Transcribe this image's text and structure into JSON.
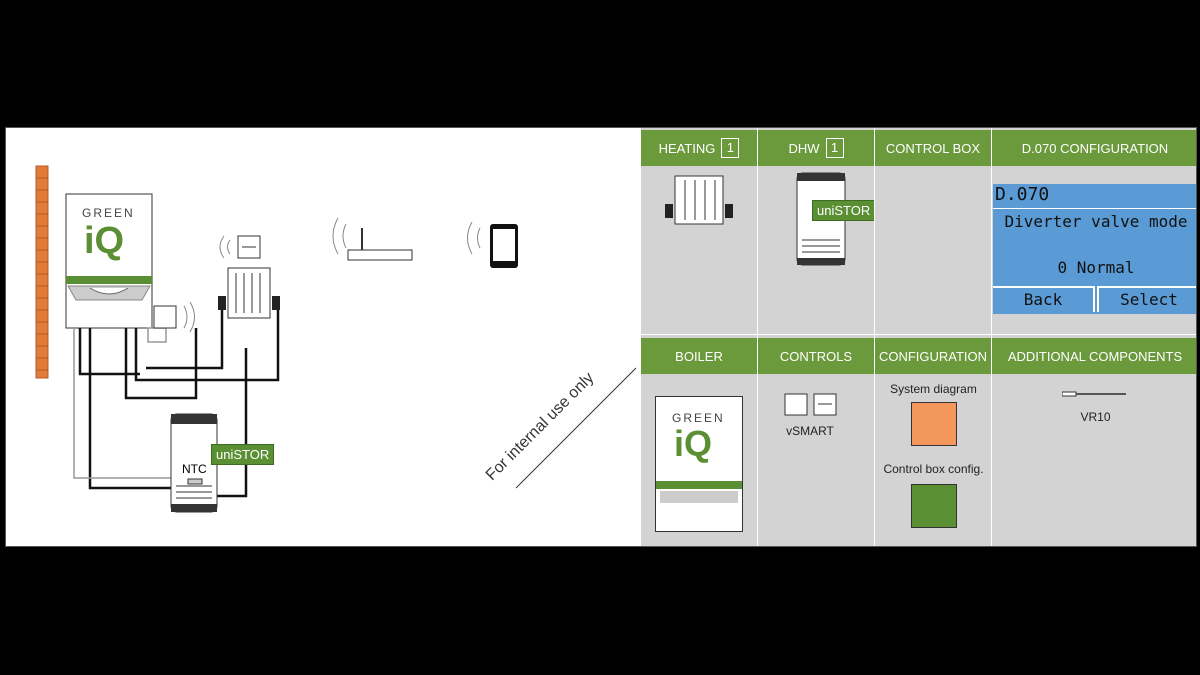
{
  "diagram": {
    "boiler_brand_top": "GREEN",
    "boiler_brand_logo": "iQ",
    "cylinder_label": "uniSTOR",
    "ntc_label": "NTC",
    "watermark": "For internal use only"
  },
  "panel": {
    "heating": {
      "title": "HEATING",
      "count": "1"
    },
    "dhw": {
      "title": "DHW",
      "count": "1",
      "cylinder_label": "uniSTOR"
    },
    "control_box": {
      "title": "CONTROL BOX"
    },
    "d070": {
      "title": "D.070 CONFIGURATION",
      "code": "D.070",
      "param_name": "Diverter valve mode",
      "value": "0 Normal",
      "back_label": "Back",
      "select_label": "Select"
    },
    "boiler": {
      "title": "BOILER",
      "brand_top": "GREEN",
      "brand_logo": "iQ"
    },
    "controls": {
      "title": "CONTROLS",
      "item": "vSMART"
    },
    "configuration": {
      "title": "CONFIGURATION",
      "system_diagram_label": "System diagram",
      "control_box_label": "Control box config.",
      "system_diagram_color": "#f4975c",
      "control_box_color": "#5a8f33"
    },
    "additional": {
      "title": "ADDITIONAL COMPONENTS",
      "item": "VR10"
    }
  },
  "colors": {
    "header_green": "#6b9a3c",
    "panel_grey": "#d3d3d3",
    "lcd_blue": "#5b9bd5",
    "brick": "#e07b3a"
  }
}
